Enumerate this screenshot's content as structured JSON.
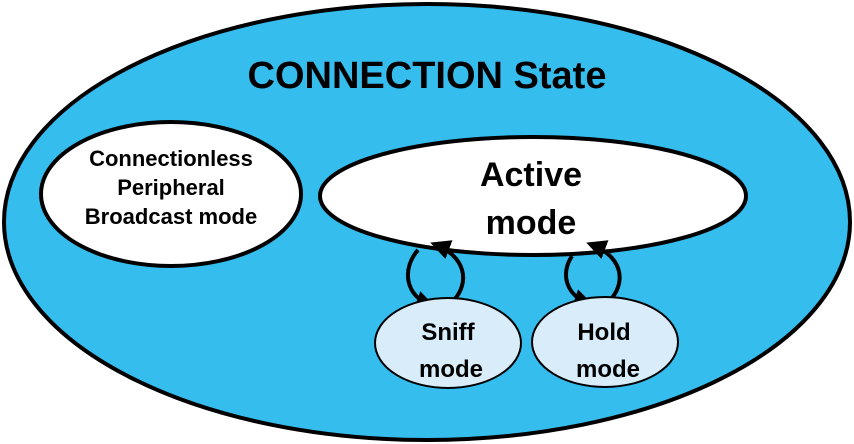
{
  "diagram": {
    "title": "CONNECTION State",
    "states": {
      "cpb": {
        "lines": [
          "Connectionless",
          "Peripheral",
          "Broadcast mode"
        ]
      },
      "active": {
        "lines": [
          "Active",
          "mode"
        ]
      },
      "sniff": {
        "lines": [
          "Sniff",
          "mode"
        ]
      },
      "hold": {
        "lines": [
          "Hold",
          "mode"
        ]
      }
    }
  },
  "colors": {
    "outer_fill": "#35bdee",
    "outline": "#000000",
    "inner_fill_white": "#ffffff",
    "inner_fill_light": "#d9ecf9"
  }
}
